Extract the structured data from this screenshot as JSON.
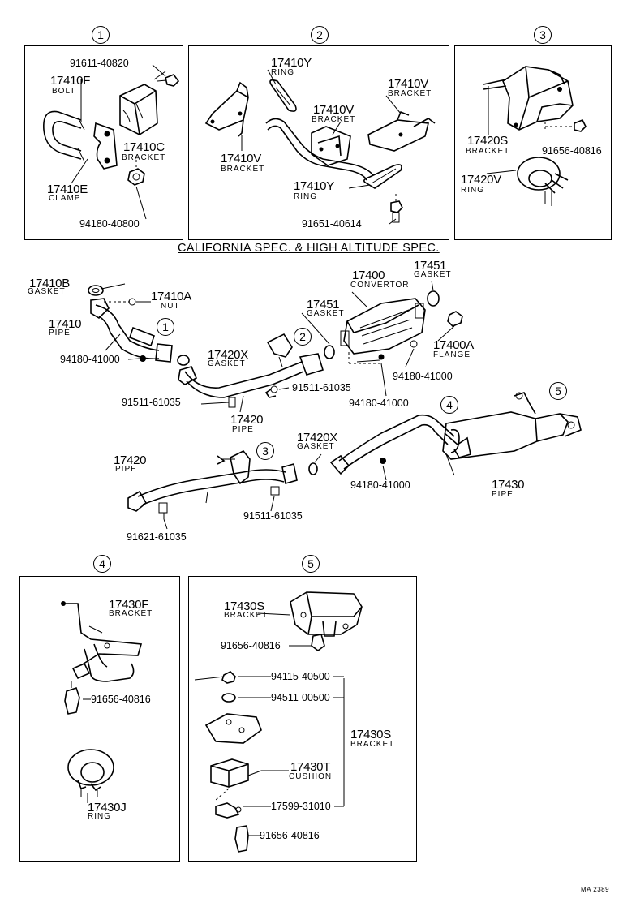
{
  "section_title": "CALIFORNIA SPEC. & HIGH ALTITUDE SPEC.",
  "ref_code": "MA 2389",
  "callouts": [
    "1",
    "2",
    "3",
    "4",
    "5"
  ],
  "panel1": {
    "bolt_num": "91611-40820",
    "bolt_pn": "17410F",
    "bolt_nm": "BOLT",
    "bracket_pn": "17410C",
    "bracket_nm": "BRACKET",
    "clamp_pn": "17410E",
    "clamp_nm": "CLAMP",
    "nut_num": "94180-40800"
  },
  "panel2": {
    "ring1_pn": "17410Y",
    "ring1_nm": "RING",
    "br1_pn": "17410V",
    "br1_nm": "BRACKET",
    "br2_pn": "17410V",
    "br2_nm": "BRACKET",
    "br3_pn": "17410V",
    "br3_nm": "BRACKET",
    "ring2_pn": "17410Y",
    "ring2_nm": "RING",
    "bolt_num": "91651-40614"
  },
  "panel3": {
    "br_pn": "17420S",
    "br_nm": "BRACKET",
    "bolt_num": "91656-40816",
    "ring_pn": "17420V",
    "ring_nm": "RING"
  },
  "main": {
    "g1_pn": "17410B",
    "g1_nm": "GASKET",
    "nut_pn": "17410A",
    "nut_nm": "NUT",
    "pipe1_pn": "17410",
    "pipe1_nm": "PIPE",
    "n1_num": "94180-41000",
    "conv_pn": "17400",
    "conv_nm": "CONVERTOR",
    "g2_pn": "17451",
    "g2_nm": "GASKET",
    "g3_pn": "17451",
    "g3_nm": "GASKET",
    "flange_pn": "17400A",
    "flange_nm": "FLANGE",
    "n2_num": "94180-41000",
    "g4_pn": "17420X",
    "g4_nm": "GASKET",
    "b1_num": "91511-61035",
    "n3_num": "94180-41000",
    "b2_num": "91511-61035",
    "pipe2_pn": "17420",
    "pipe2_nm": "PIPE",
    "pipe3_pn": "17420",
    "pipe3_nm": "PIPE",
    "g5_pn": "17420X",
    "g5_nm": "GASKET",
    "n4_num": "94180-41000",
    "pipe4_pn": "17430",
    "pipe4_nm": "PIPE",
    "b3_num": "91511-61035",
    "b4_num": "91621-61035"
  },
  "panel4": {
    "br_pn": "17430F",
    "br_nm": "BRACKET",
    "bolt_num": "91656-40816",
    "ring_pn": "17430J",
    "ring_nm": "RING"
  },
  "panel5": {
    "br_pn": "17430S",
    "br_nm": "BRACKET",
    "bolt1_num": "91656-40816",
    "nut1_num": "94115-40500",
    "nut2_num": "94511-00500",
    "grp_pn": "17430S",
    "grp_nm": "BRACKET",
    "cush_pn": "17430T",
    "cush_nm": "CUSHION",
    "pin_num": "17599-31010",
    "bolt2_num": "91656-40816"
  }
}
